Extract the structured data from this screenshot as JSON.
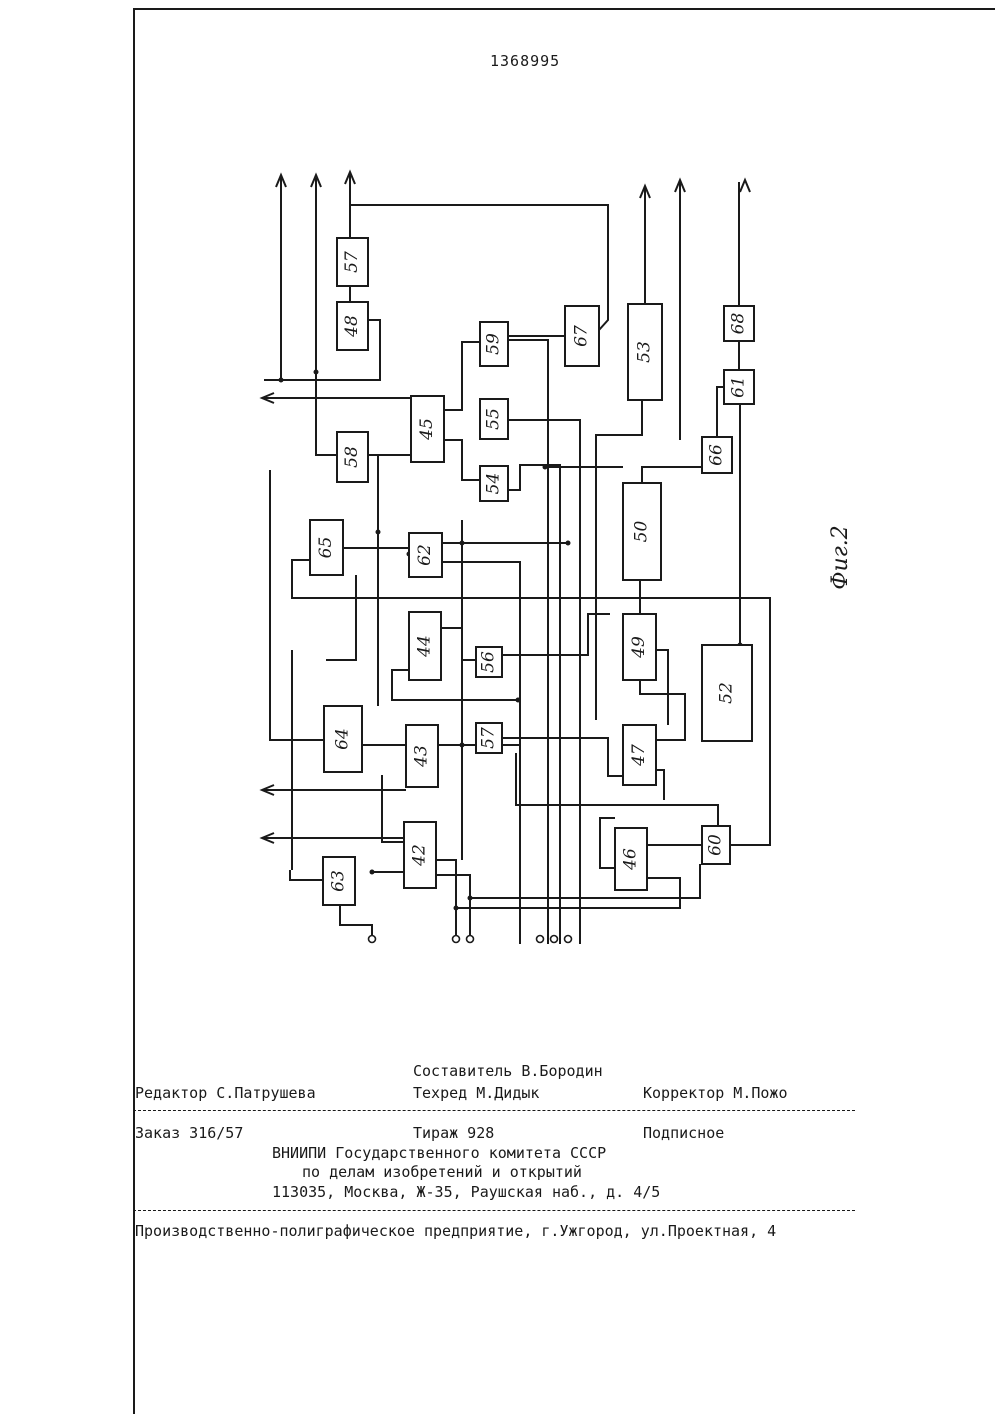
{
  "patent_number": "1368995",
  "figure_label": "Фиг.2",
  "diagram": {
    "blocks": [
      "57",
      "48",
      "59",
      "67",
      "53",
      "68",
      "61",
      "45",
      "55",
      "58",
      "54",
      "66",
      "50",
      "65",
      "62",
      "44",
      "56",
      "49",
      "52",
      "64",
      "43",
      "57",
      "47",
      "42",
      "63",
      "60",
      "46"
    ]
  },
  "footer": {
    "compiler": "Составитель В.Бородин",
    "editor": "Редактор С.Патрушева",
    "techred": "Техред М.Дидык",
    "corrector": "Корректор М.Пожо",
    "order": "Заказ 316/57",
    "circulation": "Тираж 928",
    "subscription": "Подписное",
    "org_line1": "ВНИИПИ Государственного комитета СССР",
    "org_line2": "по делам изобретений и открытий",
    "org_line3": "113035, Москва, Ж-35, Раушская наб., д. 4/5",
    "printer": "Производственно-полиграфическое предприятие, г.Ужгород, ул.Проектная, 4"
  }
}
